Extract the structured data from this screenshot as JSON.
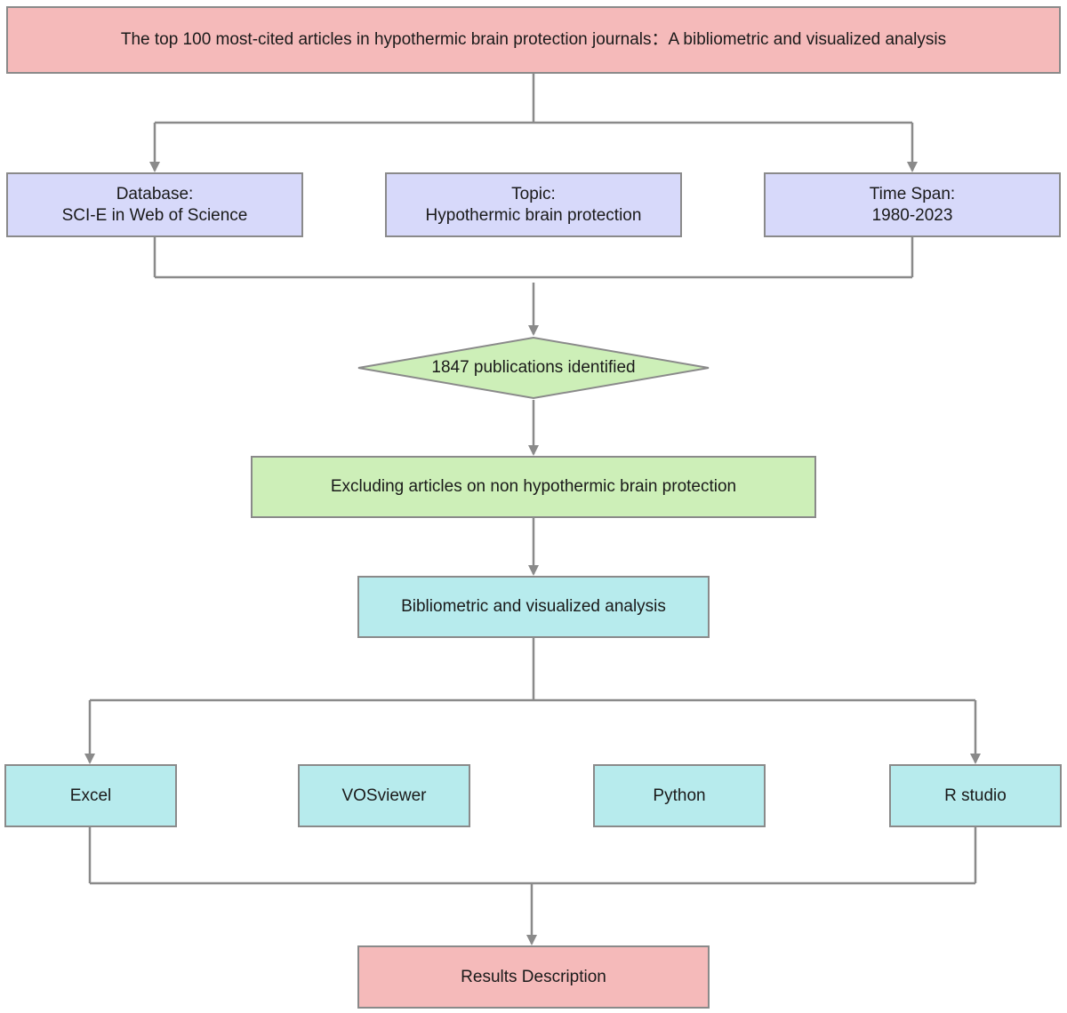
{
  "colors": {
    "pink": "#f5baba",
    "lavender": "#d7d9fa",
    "green": "#cdefb8",
    "cyan": "#b7ebed",
    "line": "#8a8a8a"
  },
  "title": "The top 100 most-cited articles in hypothermic brain protection journals：A bibliometric and visualized analysis",
  "criteria": {
    "database": {
      "label": "Database:",
      "value": "SCI-E in Web of Science"
    },
    "topic": {
      "label": "Topic:",
      "value": "Hypothermic brain protection"
    },
    "timespan": {
      "label": "Time Span:",
      "value": "1980-2023"
    }
  },
  "identified": "1847 publications identified",
  "exclusion": "Excluding articles on non hypothermic brain protection",
  "analysis": "Bibliometric and visualized analysis",
  "tools": [
    "Excel",
    "VOSviewer",
    "Python",
    "R studio"
  ],
  "result": "Results Description"
}
